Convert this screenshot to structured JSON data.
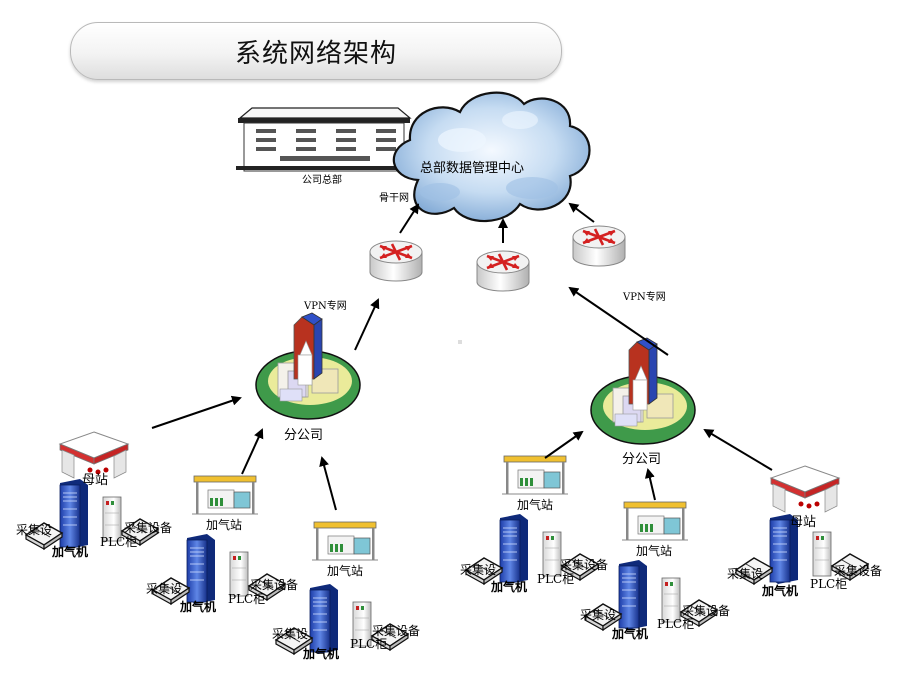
{
  "title": "系统网络架构",
  "labels": {
    "hq": "公司总部",
    "data_center": "总部数据管理中心",
    "backbone": "骨干网",
    "vpn": "VPN专网",
    "branch": "分公司",
    "mother_station": "母站",
    "gas_station": "加气站",
    "collector_full": "采集设备",
    "collector_cut": "采集设",
    "dispenser": "加气机",
    "plc": "PLC柜"
  },
  "colors": {
    "cloud_light": "#e8f2fb",
    "cloud_dark": "#8fb4dc",
    "router_arrow": "#d42020",
    "island_green": "#3f9a4a",
    "tower_red": "#b8321f",
    "tower_blue": "#3050c8"
  }
}
